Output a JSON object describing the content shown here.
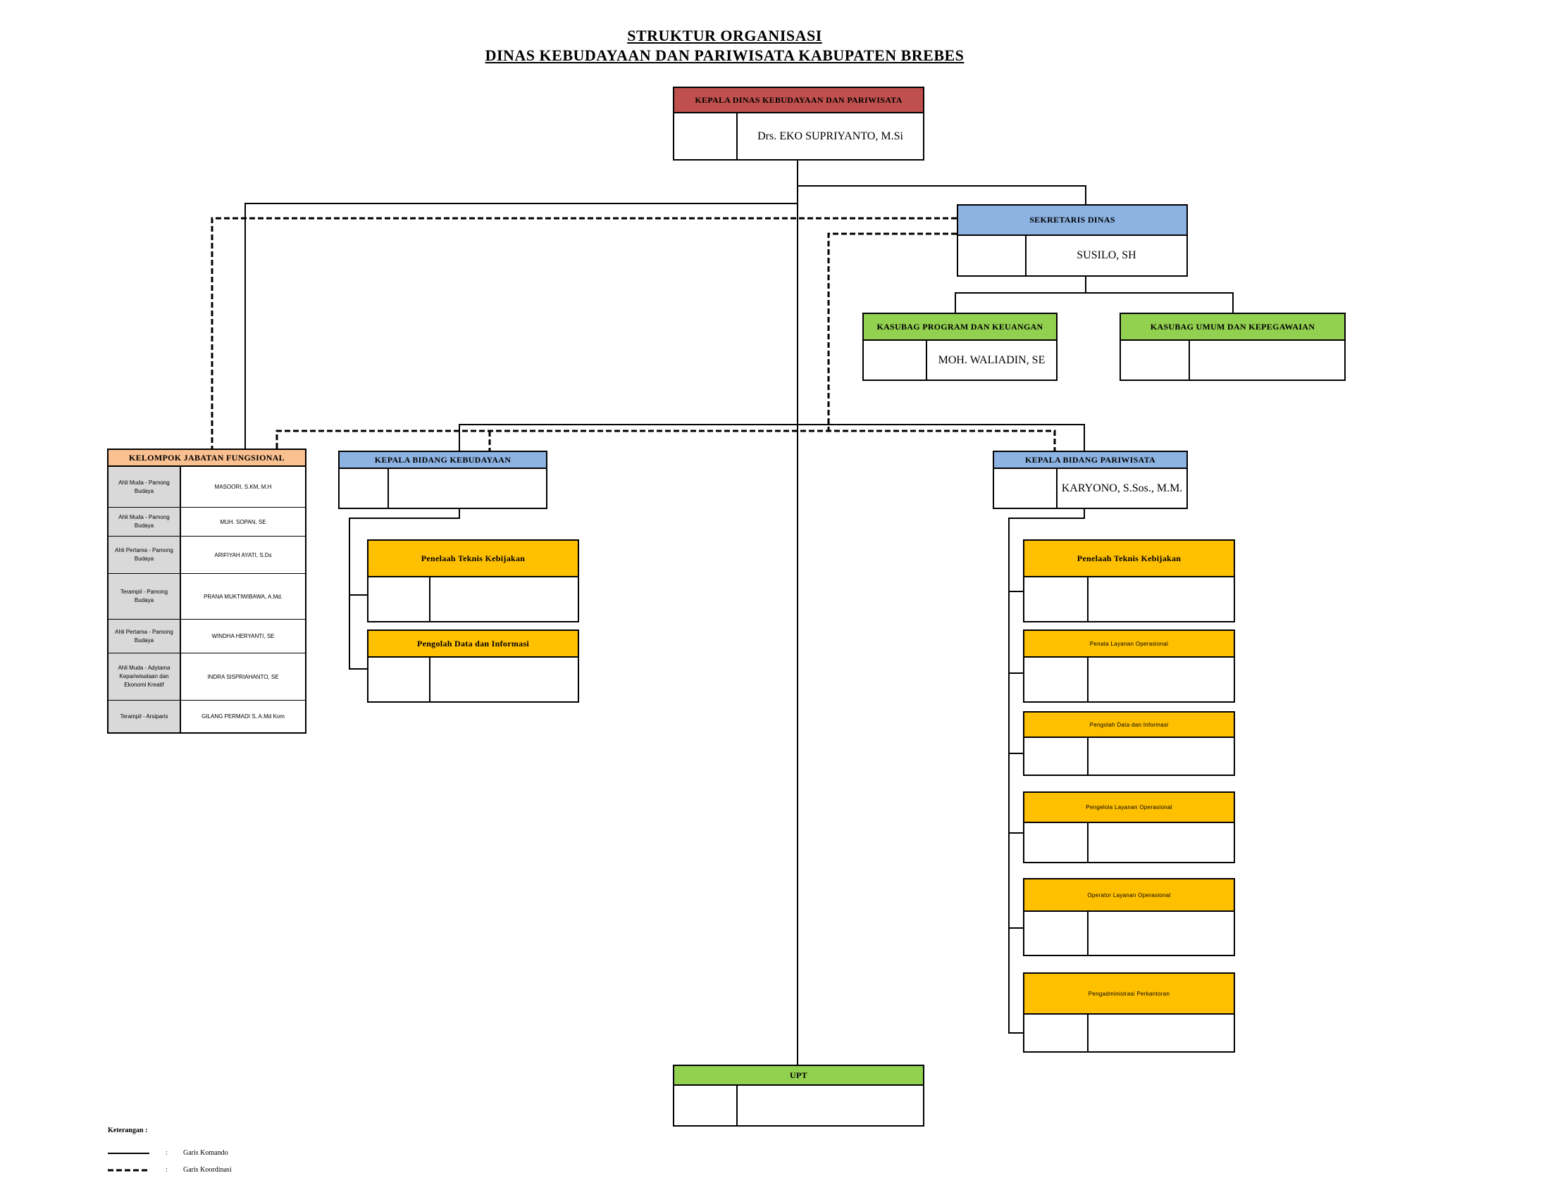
{
  "title": {
    "line1": "STRUKTUR ORGANISASI",
    "line2": "DINAS KEBUDAYAAN DAN PARIWISATA KABUPATEN BREBES"
  },
  "head": {
    "title": "KEPALA DINAS KEBUDAYAAN DAN PARIWISATA",
    "name": "Drs. EKO SUPRIYANTO, M.Si"
  },
  "secretary": {
    "title": "SEKRETARIS DINAS",
    "name": "SUSILO, SH"
  },
  "kasubag_program": {
    "title": "KASUBAG PROGRAM DAN KEUANGAN",
    "name": "MOH. WALIADIN, SE"
  },
  "kasubag_umum": {
    "title": "KASUBAG UMUM DAN KEPEGAWAIAN",
    "name": ""
  },
  "functional_group": {
    "title": "KELOMPOK JABATAN FUNGSIONAL",
    "rows": [
      {
        "position": "Ahli Muda - Pamong Budaya",
        "name": "MASOORI, S.KM, M.H"
      },
      {
        "position": "Ahli Muda - Pamong Budaya",
        "name": "MUH. SOPAN, SE"
      },
      {
        "position": "Ahli Pertama - Pamong Budaya",
        "name": "ARIFIYAH AYATI, S.Ds"
      },
      {
        "position": "Terampil - Pamong Budaya",
        "name": "PRANA MUKTIWIBAWA, A.Md."
      },
      {
        "position": "Ahli Pertama - Pamong Budaya",
        "name": "WINDHA HERYANTI, SE"
      },
      {
        "position": "Ahli Muda - Adytama Kepariwisataan dan Ekonomi Kreatif",
        "name": "INDRA SISPRIAHANTO, SE"
      },
      {
        "position": "Terampil - Arsiparis",
        "name": "GILANG PERMADI S, A.Md Kom"
      }
    ]
  },
  "bidang_kebudayaan": {
    "title": "KEPALA BIDANG KEBUDAYAAN",
    "name": "",
    "staff": [
      {
        "title": "Penelaah Teknis Kebijakan",
        "name": ""
      },
      {
        "title": "Pengolah Data dan Informasi",
        "name": ""
      }
    ]
  },
  "bidang_pariwisata": {
    "title": "KEPALA BIDANG PARIWISATA",
    "name": "KARYONO, S.Sos., M.M.",
    "staff": [
      {
        "title": "Penelaah Teknis Kebijakan",
        "name": ""
      },
      {
        "title": "Penata Layanan Operasional",
        "name": ""
      },
      {
        "title": "Pengolah Data dan Informasi",
        "name": ""
      },
      {
        "title": "Pengelola Layanan Operasional",
        "name": ""
      },
      {
        "title": "Operator Layanan Operasional",
        "name": ""
      },
      {
        "title": "Pengadministrasi Perkantoran",
        "name": ""
      }
    ]
  },
  "upt": {
    "title": "UPT",
    "name": ""
  },
  "legend": {
    "title": "Keterangan :",
    "sep": ":",
    "command": "Garis Komando",
    "coordination": "Garis Koordinasi"
  },
  "colors": {
    "head": "#c0504d",
    "secretary": "#8db3e2",
    "kasubag": "#92d050",
    "functional": "#fac090",
    "staff": "#ffc000"
  }
}
